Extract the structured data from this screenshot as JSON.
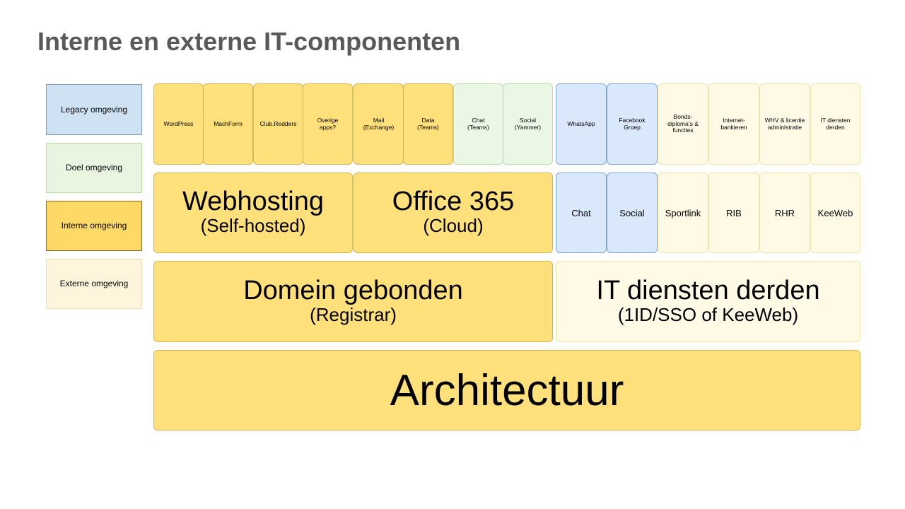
{
  "title": "Interne en externe IT-componenten",
  "legend": {
    "legacy": "Legacy omgeving",
    "doel": "Doel omgeving",
    "intern": "Interne omgeving",
    "extern": "Externe omgeving"
  },
  "row1": {
    "wordpress": "WordPress",
    "machform": "MachForm",
    "clubredders": "Club.Redders",
    "overige": "Overige apps?",
    "mail": "Mail (Exchange)",
    "data": "Data (Teams)",
    "chat_teams": "Chat (Teams)",
    "social_yammer": "Social (Yammer)",
    "whatsapp": "WhatsApp",
    "facebook": "Facebook Groep",
    "bonds": "Bonds- diploma’s & functies",
    "bank": "Internet- bankieren",
    "whv": "WHV & licentie administratie",
    "itderden": "IT diensten derden"
  },
  "row2": {
    "webhosting_title": "Webhosting",
    "webhosting_sub": "(Self-hosted)",
    "office_title": "Office 365",
    "office_sub": "(Cloud)",
    "chat": "Chat",
    "social": "Social",
    "sportlink": "Sportlink",
    "rib": "RIB",
    "rhr": "RHR",
    "keeweb": "KeeWeb"
  },
  "row3": {
    "domein_title": "Domein gebonden",
    "domein_sub": "(Registrar)",
    "itd_title": "IT diensten derden",
    "itd_sub": "(1ID/SSO of KeeWeb)"
  },
  "row4": {
    "architectuur": "Architectuur"
  }
}
